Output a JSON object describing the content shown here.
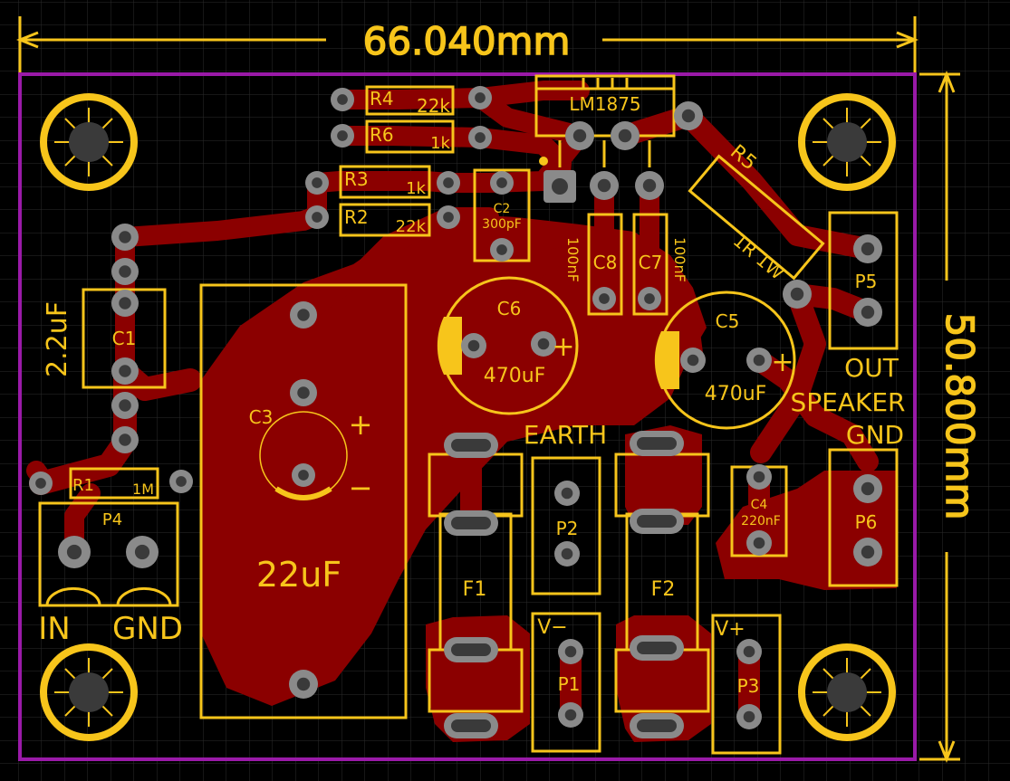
{
  "board": {
    "width_dimension": "66.040mm",
    "height_dimension": "50.800mm"
  },
  "labels": {
    "r4": "R4",
    "r4_val": "22k",
    "r6": "R6",
    "r6_val": "1k",
    "r3": "R3",
    "r3_val": "1k",
    "r2": "R2",
    "r2_val": "22k",
    "r1": "R1",
    "r1_val": "1M",
    "r5": "R5",
    "r5_val": "1R 1W",
    "ic": "LM1875",
    "c2": "C2",
    "c2_val": "300pF",
    "c8": "C8",
    "c8_val": "100nF",
    "c7": "C7",
    "c7_val": "100nF",
    "c6": "C6",
    "c6_val": "470uF",
    "c5": "C5",
    "c5_val": "470uF",
    "c1": "C1",
    "c1_val": "2.2uF",
    "c3": "C3",
    "c3_val": "22uF",
    "c4": "C4",
    "c4_val": "220nF",
    "p1": "P1",
    "p2": "P2",
    "p3": "P3",
    "p4": "P4",
    "p5": "P5",
    "p6": "P6",
    "f1": "F1",
    "f2": "F2",
    "earth": "EARTH",
    "out": "OUT",
    "speaker": "SPEAKER",
    "gnd_speaker": "GND",
    "in": "IN",
    "gnd_in": "GND",
    "vminus": "V−",
    "vplus": "V+",
    "plus": "+",
    "minus": "−"
  },
  "colors": {
    "background": "#000000",
    "grid": "#2b2b2b",
    "board_outline": "#9a1aa8",
    "silkscreen": "#f7c51b",
    "copper": "#8b0000",
    "pad": "#8a8a8a",
    "drill": "#3a3a3a"
  }
}
